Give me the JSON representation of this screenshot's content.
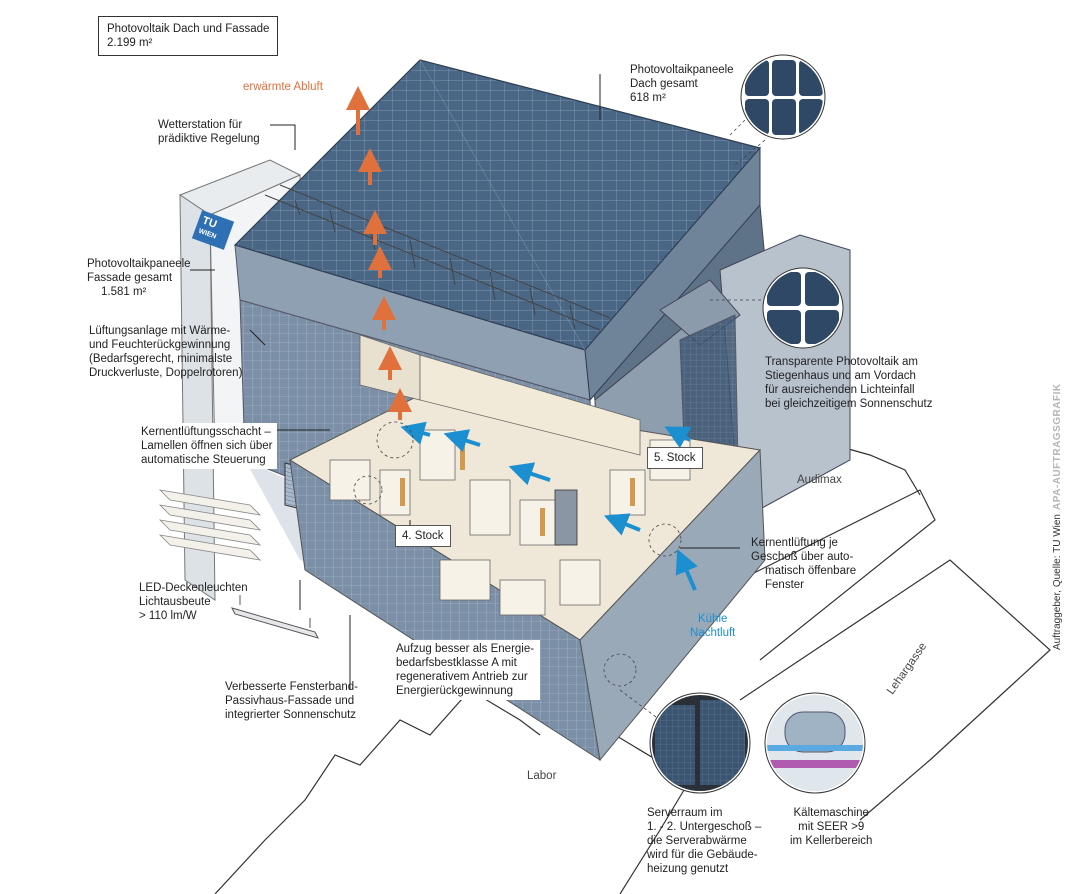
{
  "headline_box": {
    "line1": "Photovoltaik Dach und Fassade",
    "line2": "2.199 m²"
  },
  "labels": {
    "warm_exhaust": "erwärmte Abluft",
    "weather_station": [
      "Wetterstation für",
      "prädiktive Regelung"
    ],
    "pv_roof": [
      "Photovoltaikpaneele",
      "Dach gesamt",
      "618 m²"
    ],
    "pv_facade": [
      "Photovoltaikpaneele",
      "Fassade gesamt",
      "1.581 m²"
    ],
    "ventilation": [
      "Lüftungsanlage mit Wärme-",
      "und Feuchterückgewinnung",
      "(Bedarfsgerecht, minimalste",
      "Druckverluste, Doppelrotoren)"
    ],
    "core_shaft": [
      "Kernentlüftungsschacht –",
      "Lamellen öffnen sich über",
      "automatische Steuerung"
    ],
    "transparent_pv": [
      "Transparente Photovoltaik am",
      "Stiegenhaus und am Vordach",
      "für ausreichenden Lichteinfall",
      "bei gleichzeitigem Sonnenschutz"
    ],
    "floor_5": "5. Stock",
    "floor_4": "4. Stock",
    "audimax": "Audimax",
    "core_ventilation": [
      "Kernentlüftung je",
      "Geschoß über auto-",
      "matisch öffenbare",
      "Fenster"
    ],
    "cool_night_air": [
      "Kühle",
      "Nachtluft"
    ],
    "led": [
      "LED-Deckenleuchten",
      "Lichtausbeute",
      "> 110 lm/W"
    ],
    "elevator": [
      "Aufzug besser als Energie-",
      "bedarfsbestklasse A mit",
      "regenerativem Antrieb zur",
      "Energierückgewinnung"
    ],
    "window_band": [
      "Verbesserte Fensterband-",
      "Passivhaus-Fassade und",
      "integrierter Sonnenschutz"
    ],
    "labor": "Labor",
    "lehargasse": "Lehargasse",
    "server": [
      "Serverraum im",
      "1. - 2. Untergeschoß –",
      "die Serverabwärme",
      "wird für die Gebäude-",
      "heizung genutzt"
    ],
    "chiller": [
      "Kältemaschine",
      "mit SEER >9",
      "im Kellerbereich"
    ],
    "logo": [
      "TU",
      "WIEN"
    ]
  },
  "side_text": {
    "client": "Auftraggeber, Quelle: TU Wien",
    "agency": "APA-AUFTRAGSGRAFIK"
  },
  "colors": {
    "warm_arrow": "#e0703c",
    "cool_arrow": "#1b8fd0",
    "pv_panel": "#3f5a78",
    "tu_blue": "#2f6fb3"
  }
}
